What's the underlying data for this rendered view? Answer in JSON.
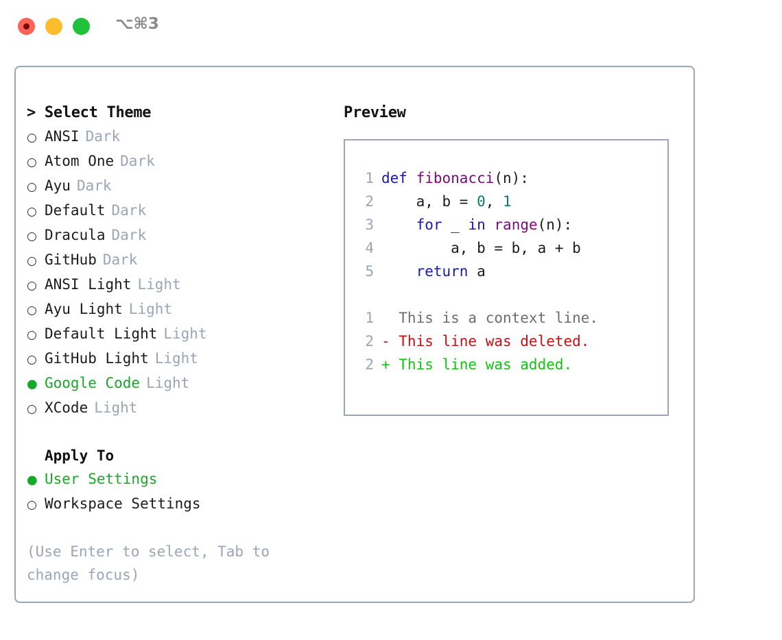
{
  "titlebar": {
    "shortcut_hint": "⌥⌘3",
    "buttons": [
      {
        "name": "close",
        "color": "#ff6257"
      },
      {
        "name": "minimize",
        "color": "#fdbc2c"
      },
      {
        "name": "maximize",
        "color": "#21c13c"
      }
    ]
  },
  "theme_panel": {
    "heading": "> Select Theme",
    "items": [
      {
        "bullet": "○",
        "name": "ANSI",
        "variant": "Dark",
        "selected": false
      },
      {
        "bullet": "○",
        "name": "Atom One",
        "variant": "Dark",
        "selected": false
      },
      {
        "bullet": "○",
        "name": "Ayu",
        "variant": "Dark",
        "selected": false
      },
      {
        "bullet": "○",
        "name": "Default",
        "variant": "Dark",
        "selected": false
      },
      {
        "bullet": "○",
        "name": "Dracula",
        "variant": "Dark",
        "selected": false
      },
      {
        "bullet": "○",
        "name": "GitHub",
        "variant": "Dark",
        "selected": false
      },
      {
        "bullet": "○",
        "name": "ANSI Light",
        "variant": "Light",
        "selected": false
      },
      {
        "bullet": "○",
        "name": "Ayu Light",
        "variant": "Light",
        "selected": false
      },
      {
        "bullet": "○",
        "name": "Default Light",
        "variant": "Light",
        "selected": false
      },
      {
        "bullet": "○",
        "name": "GitHub Light",
        "variant": "Light",
        "selected": false
      },
      {
        "bullet": "●",
        "name": "Google Code",
        "variant": "Light",
        "selected": true
      },
      {
        "bullet": "○",
        "name": "XCode",
        "variant": "Light",
        "selected": false
      }
    ]
  },
  "apply_to": {
    "heading": "Apply To",
    "items": [
      {
        "bullet": "●",
        "name": "User Settings",
        "variant": "",
        "selected": true
      },
      {
        "bullet": "○",
        "name": "Workspace Settings",
        "variant": "",
        "selected": false
      }
    ]
  },
  "hint": "(Use Enter to select, Tab to change focus)",
  "preview": {
    "heading": "Preview",
    "code_lines": [
      {
        "num": "1",
        "tokens": [
          {
            "t": "def ",
            "c": "tok-kw"
          },
          {
            "t": "fibonacci",
            "c": "tok-fn"
          },
          {
            "t": "(n):",
            "c": "tok-plain"
          }
        ]
      },
      {
        "num": "2",
        "tokens": [
          {
            "t": "    a, b = ",
            "c": "tok-plain"
          },
          {
            "t": "0",
            "c": "tok-num"
          },
          {
            "t": ", ",
            "c": "tok-plain"
          },
          {
            "t": "1",
            "c": "tok-num"
          }
        ]
      },
      {
        "num": "3",
        "tokens": [
          {
            "t": "    ",
            "c": "tok-plain"
          },
          {
            "t": "for",
            "c": "tok-kw"
          },
          {
            "t": " _ ",
            "c": "tok-plain"
          },
          {
            "t": "in",
            "c": "tok-kw"
          },
          {
            "t": " ",
            "c": "tok-plain"
          },
          {
            "t": "range",
            "c": "tok-fn"
          },
          {
            "t": "(n):",
            "c": "tok-plain"
          }
        ]
      },
      {
        "num": "4",
        "tokens": [
          {
            "t": "        a, b = b, a + b",
            "c": "tok-plain"
          }
        ]
      },
      {
        "num": "5",
        "tokens": [
          {
            "t": "    ",
            "c": "tok-plain"
          },
          {
            "t": "return",
            "c": "tok-kw"
          },
          {
            "t": " a",
            "c": "tok-plain"
          }
        ]
      }
    ],
    "diff_lines": [
      {
        "num": "1",
        "text": "  This is a context line.",
        "kind": "diff-ctx"
      },
      {
        "num": "2",
        "text": "- This line was deleted.",
        "kind": "diff-del"
      },
      {
        "num": "2",
        "text": "+ This line was added.",
        "kind": "diff-add"
      }
    ]
  },
  "colors": {
    "accent_green": "#16a828",
    "muted": "#9aa5b5",
    "keyword": "#1a1aa8",
    "function": "#7b0a7b",
    "number": "#0b7b72",
    "diff_added": "#12c412",
    "diff_deleted": "#c81010"
  }
}
